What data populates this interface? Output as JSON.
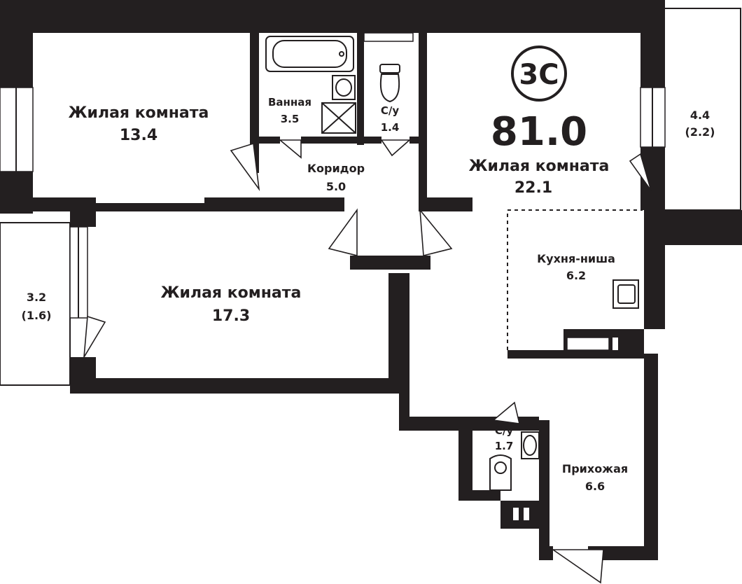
{
  "apartment": {
    "type_badge": "3С",
    "total_area": "81.0"
  },
  "rooms": {
    "living_13": {
      "name": "Жилая комната",
      "area": "13.4"
    },
    "bath": {
      "name": "Ванная",
      "area": "3.5"
    },
    "wc_top": {
      "name": "С/у",
      "area": "1.4"
    },
    "living_22": {
      "name": "Жилая комната",
      "area": "22.1"
    },
    "corridor": {
      "name": "Коридор",
      "area": "5.0"
    },
    "living_17": {
      "name": "Жилая комната",
      "area": "17.3"
    },
    "kitchen": {
      "name": "Кухня-ниша",
      "area": "6.2"
    },
    "wc_bottom": {
      "name": "С/у",
      "area": "1.7"
    },
    "hall": {
      "name": "Прихожая",
      "area": "6.6"
    }
  },
  "balconies": {
    "left": {
      "area": "3.2",
      "reduced": "(1.6)"
    },
    "right": {
      "area": "4.4",
      "reduced": "(2.2)"
    }
  },
  "colors": {
    "wall": "#231f20",
    "background": "#ffffff"
  }
}
